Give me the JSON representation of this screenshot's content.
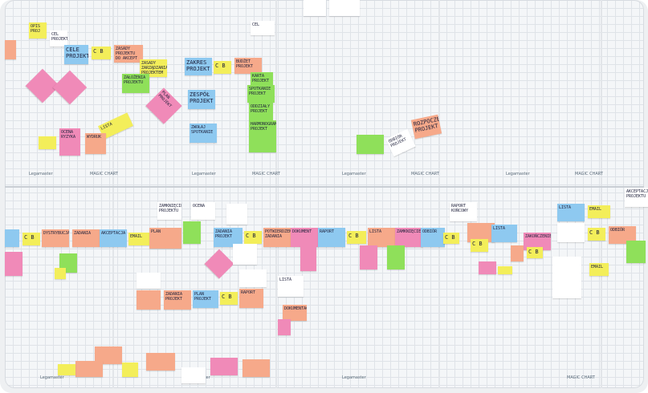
{
  "brands": {
    "legamaster": "Legamaster",
    "magic_chart": "MAGIC CHART"
  },
  "notes": {
    "n1": "OPIS PROJ",
    "n2": "CEL PROJEKT",
    "n3": "CELE PROJEKT",
    "n4": "C B",
    "n5": "ZASADY PROJEKTU DO AKCEPT",
    "n6": "ZASADY ZARZĄDZANIA PROJEKTEM",
    "n7": "ZAŁOŻENIA PROJEKTU",
    "n8": "ZAKRES PROJEKT",
    "n9": "C B",
    "n10": "BUDŻET PROJEKT",
    "n11": "KARTA PROJEKT",
    "n12": "SPOTKANIE PROJEKT",
    "n13": "ODDZIAŁY PROJEKT",
    "n14": "HARMONOGRAM PROJEKT",
    "n15": "ZESPÓŁ PROJEKT",
    "n16": "ZWOŁAJ SPOTKANIE",
    "n17": "PLAN PROJEKT",
    "n18": "OCENA RYZYKA",
    "n19": "LISTA",
    "n20": "WYDRUK",
    "n21": "ROZPOCZĘCIE PROJEKT",
    "n22": "ODBIÓR PROJEKT",
    "n23": "CEL",
    "n24": "ZAMKNIĘCIE PROJEKTU",
    "n25": "OCENA",
    "n26": "EMAIL",
    "n27": "C B",
    "n28": "DYSTRYBUCJA",
    "n29": "ZADANIA",
    "n30": "AKCEPTACJA",
    "n31": "PLAN",
    "n32": "C B",
    "n33": "ZADANIA PROJEKT",
    "n34": "POTWIERDZENIE ZADANIA",
    "n35": "DOKUMENT",
    "n36": "C B",
    "n37": "RAPORT",
    "n38": "LISTA",
    "n39": "C B",
    "n40": "ZAMKNIĘCIE",
    "n41": "ODBIÓR",
    "n42": "RAPORT KOŃCOWY",
    "n43": "C B",
    "n44": "LISTA",
    "n45": "C B",
    "n46": "ZAKOŃCZENIE",
    "n47": "LISTA",
    "n48": "EMAIL",
    "n49": "C B",
    "n50": "ODBIÓR",
    "n51": "AKCEPTACJA PROJEKTU",
    "n52": "EMAIL",
    "n53": "C B",
    "n54": "ZADANIA PROJEKT",
    "n55": "PLAN PROJEKT",
    "n56": "RAPORT",
    "n57": "LISTA",
    "n58": "DOKUMENTACJA"
  }
}
